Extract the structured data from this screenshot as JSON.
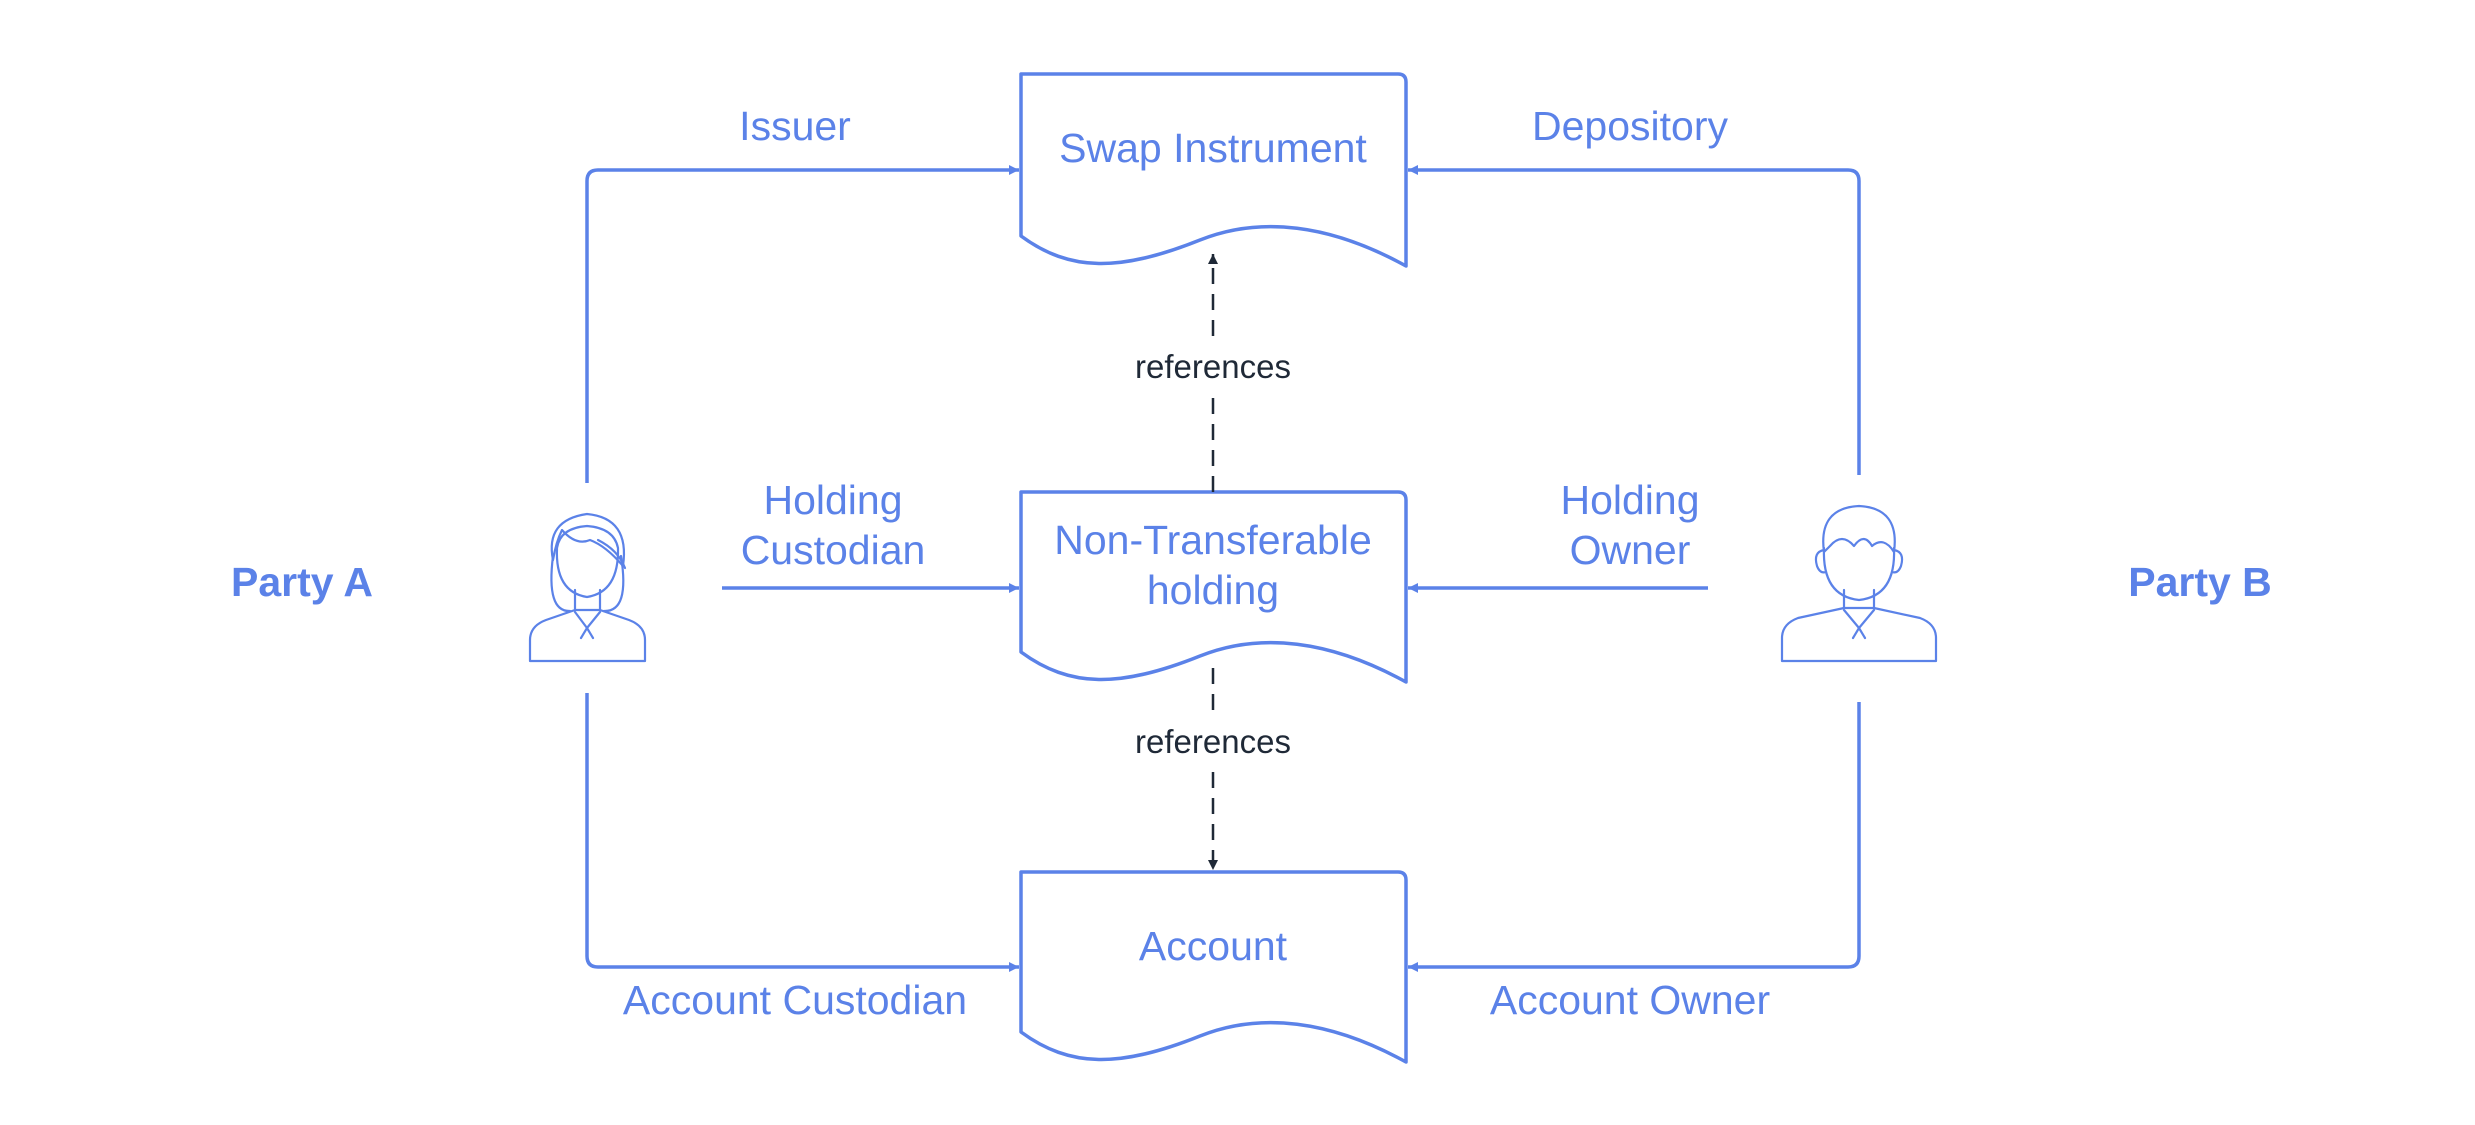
{
  "colors": {
    "accent": "#5b82e8",
    "dark": "#1f2937",
    "background": "#ffffff"
  },
  "parties": {
    "left": {
      "label": "Party A",
      "icon": "female-user-icon"
    },
    "right": {
      "label": "Party B",
      "icon": "male-user-icon"
    }
  },
  "documents": {
    "instrument": {
      "label": "Swap Instrument"
    },
    "holding": {
      "line1": "Non-Transferable",
      "line2": "holding"
    },
    "account": {
      "label": "Account"
    }
  },
  "edges": {
    "issuer": "Issuer",
    "depository": "Depository",
    "holding_custodian": {
      "line1": "Holding",
      "line2": "Custodian"
    },
    "holding_owner": {
      "line1": "Holding",
      "line2": "Owner"
    },
    "account_custodian": "Account Custodian",
    "account_owner": "Account Owner",
    "references_up": "references",
    "references_down": "references"
  }
}
